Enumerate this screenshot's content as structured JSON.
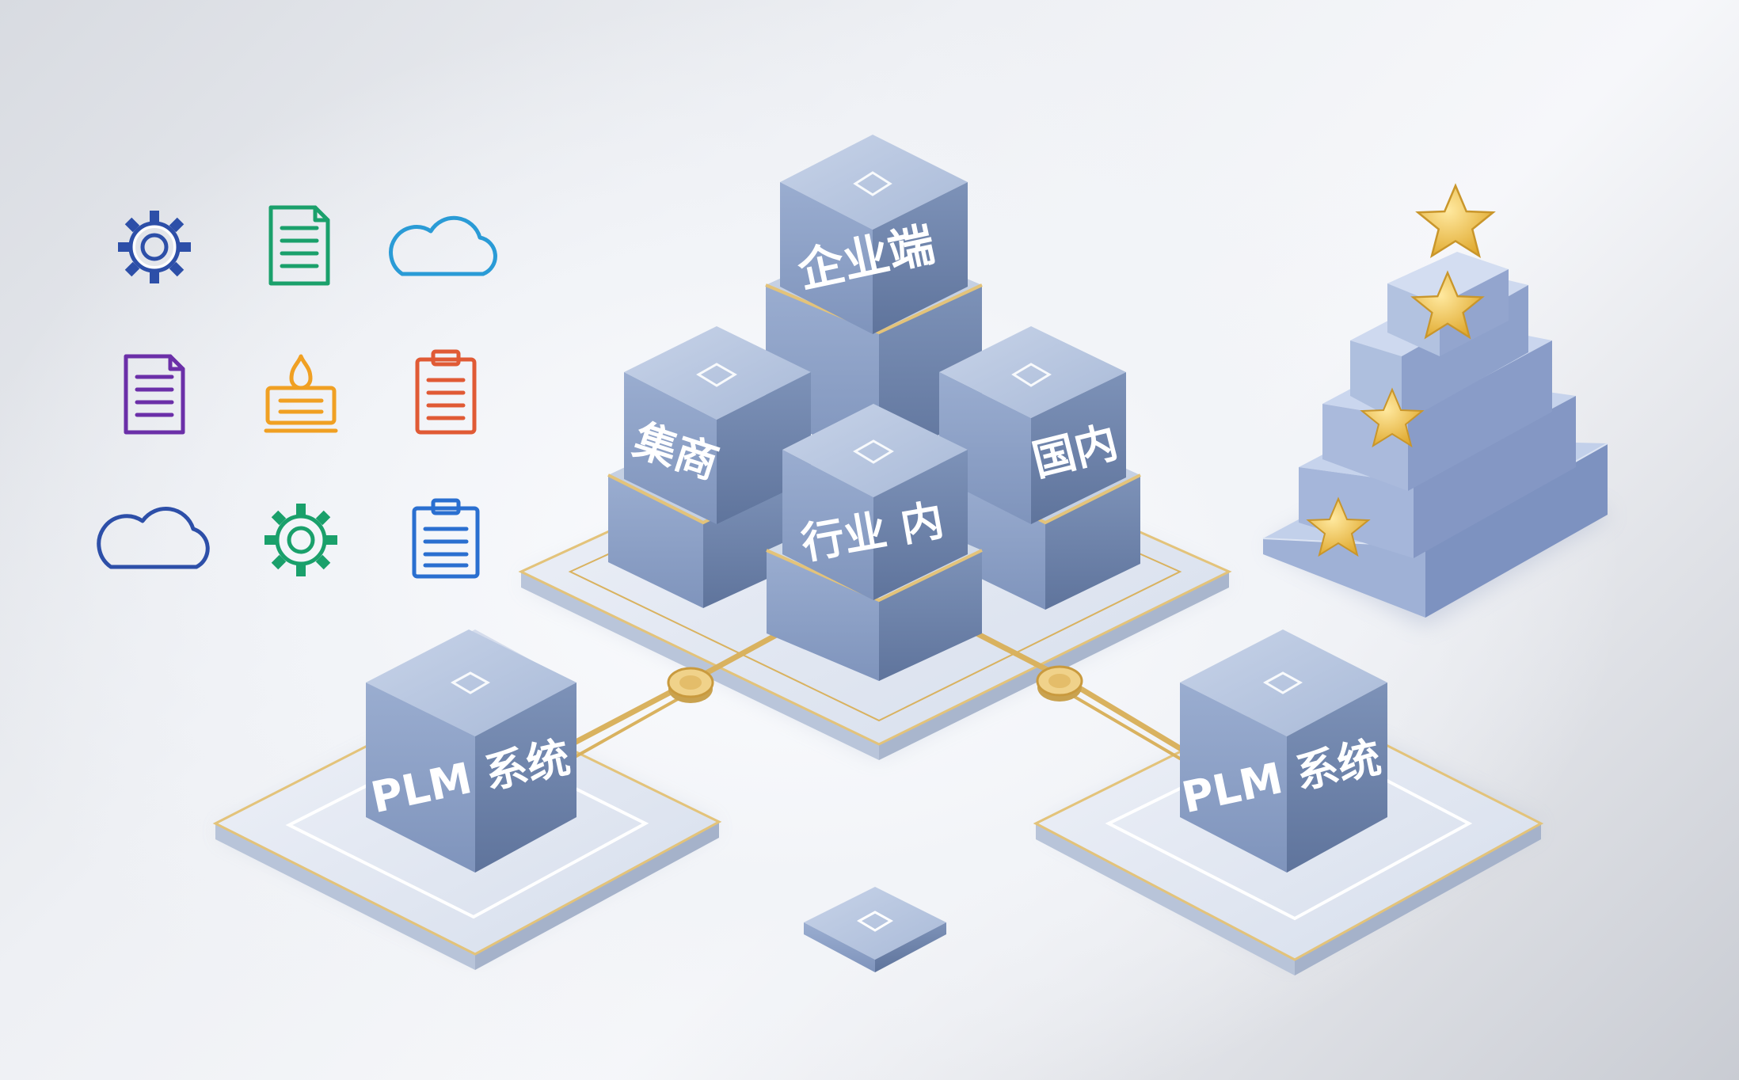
{
  "blocks": {
    "enterprise": "企业端",
    "merchants": "集商",
    "domestic": "国内",
    "industry": "行业 内",
    "plm_left": "PLM 系统",
    "plm_right": "PLM 系统"
  },
  "icons": [
    "gear-icon",
    "document-icon",
    "cloud-icon",
    "document-icon",
    "stamp-icon",
    "clipboard-icon",
    "cloud-icon",
    "gear-icon",
    "clipboard-icon"
  ],
  "colors": {
    "cube_top": "#b7c6e0",
    "cube_left": "#8ca0c4",
    "cube_right": "#6f84aa",
    "gold": "#d9b25f",
    "star": "#f2c44e",
    "icon_blue": "#2d4fa8",
    "icon_green": "#1aa06b",
    "icon_sky": "#2a9bd6",
    "icon_purple": "#6b2fa8",
    "icon_orange": "#f0a023",
    "icon_red": "#e05a35"
  }
}
